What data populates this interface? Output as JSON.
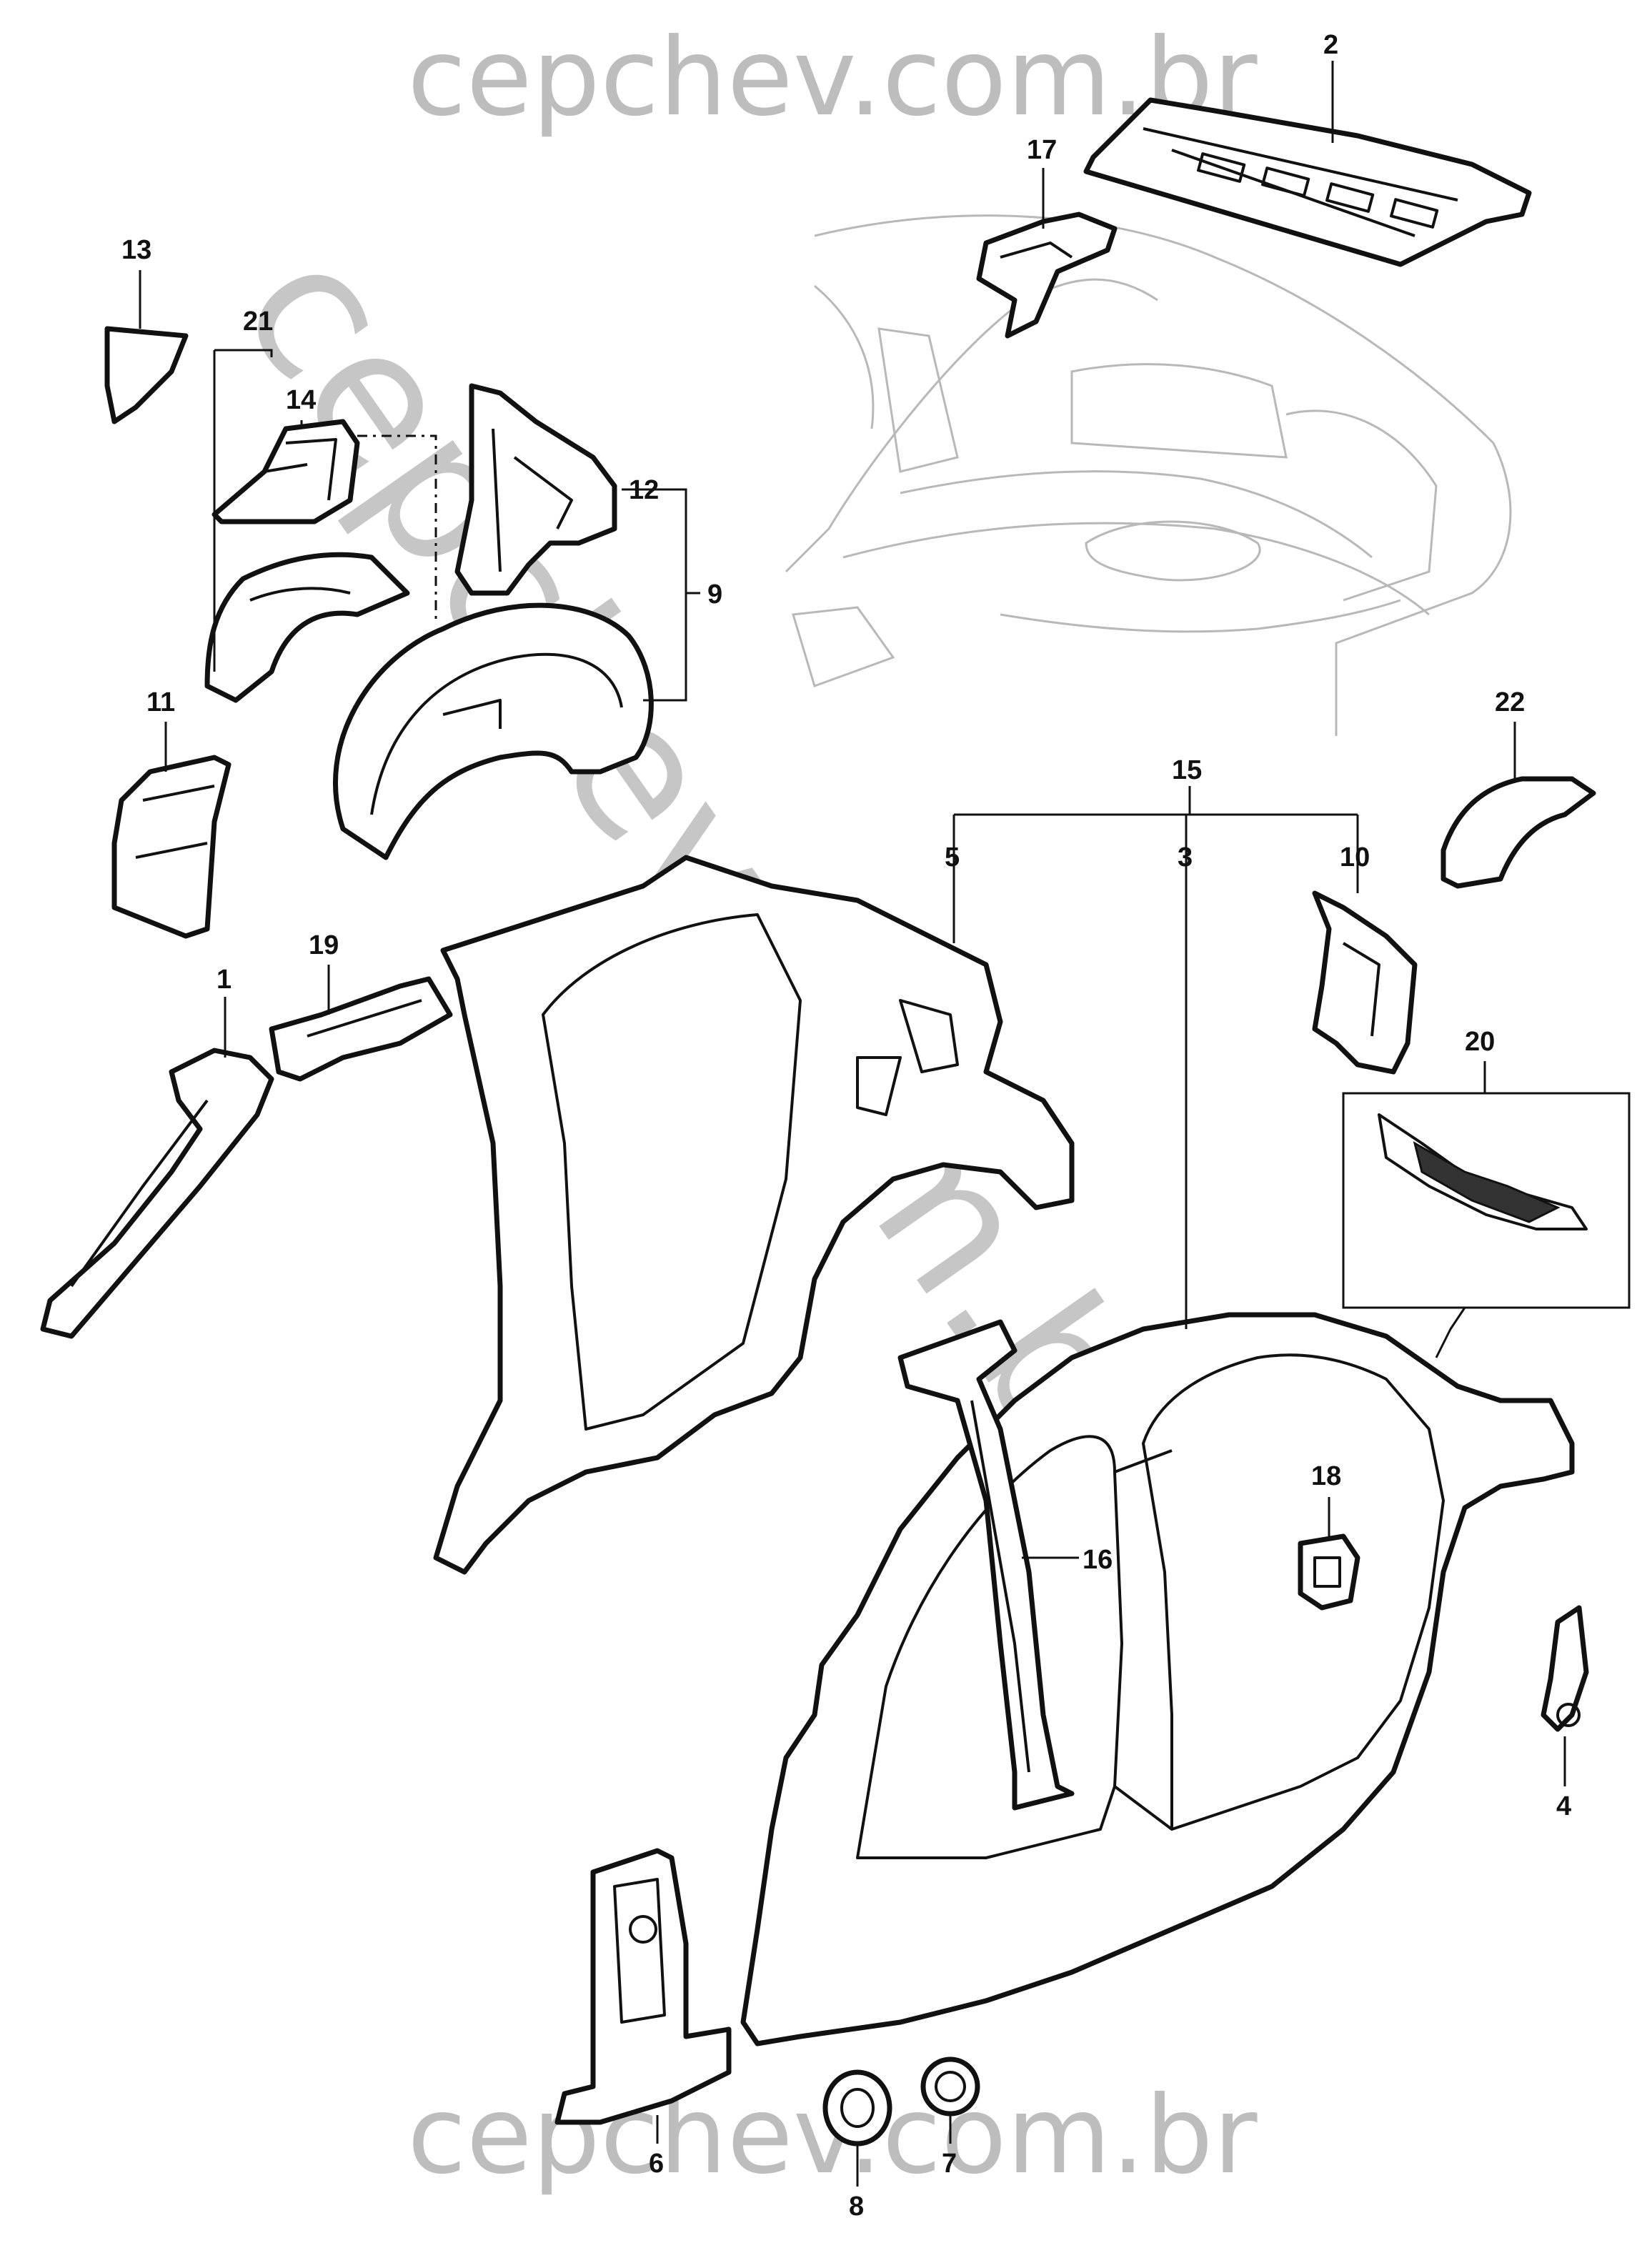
{
  "watermark": {
    "top": "cepchev.com.br",
    "bottom": "cepchev.com.br",
    "diagonal": "cepchev.com.br",
    "color": "#bdbdbd"
  },
  "callouts": {
    "c1": "1",
    "c2": "2",
    "c3": "3",
    "c4": "4",
    "c5": "5",
    "c6": "6",
    "c7": "7",
    "c8": "8",
    "c9": "9",
    "c10": "10",
    "c11": "11",
    "c12": "12",
    "c13": "13",
    "c14": "14",
    "c15": "15",
    "c16": "16",
    "c17": "17",
    "c18": "18",
    "c19": "19",
    "c20": "20",
    "c21": "21",
    "c22": "22"
  }
}
